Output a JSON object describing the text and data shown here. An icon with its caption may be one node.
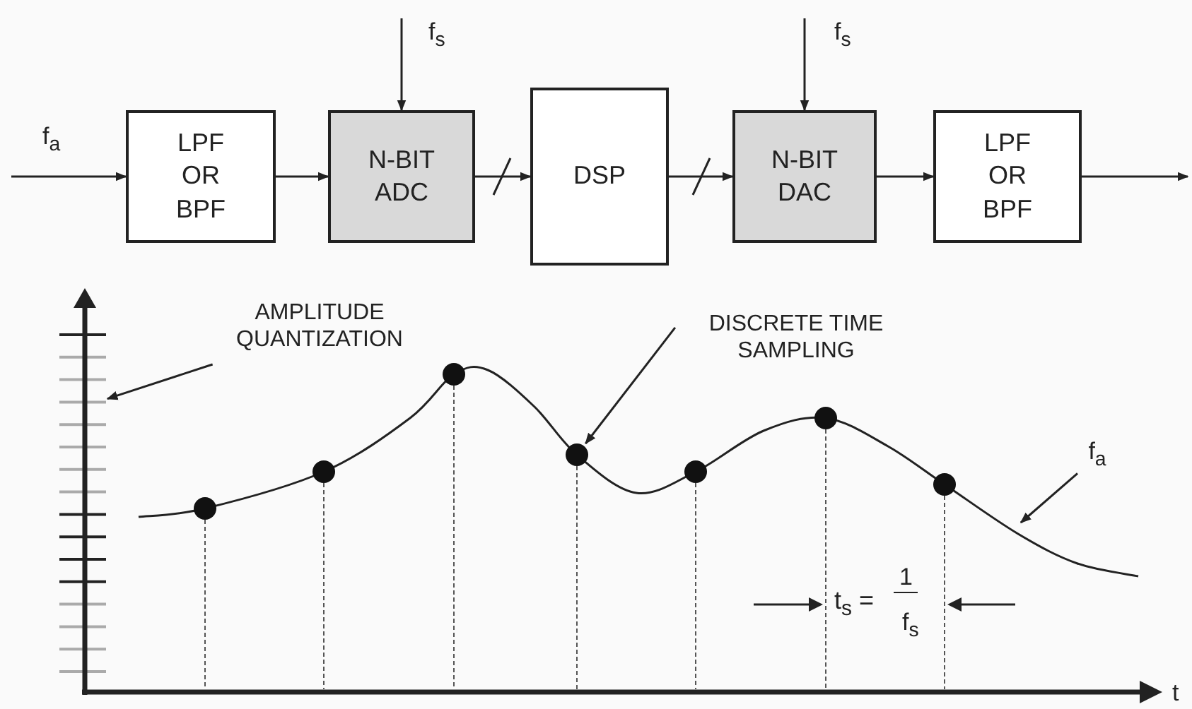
{
  "diagram": {
    "nodes": [
      {
        "text": [
          "LPF OR BPF"
        ]
      },
      {
        "text": [
          "N-BIT ADC"
        ]
      },
      {
        "text": [
          "DSP"
        ]
      },
      {
        "text": [
          "N-BIT DAC"
        ]
      },
      {
        "text": [
          "LPF OR BPF"
        ]
      },
      {
        "text": [
          "AMPLITUDE QUANTIZATION"
        ]
      },
      {
        "text": [
          "DISCRETE TIME SAMPLING"
        ]
      },
      {
        "text": [
          "f$_{a}$"
        ]
      },
      {
        "text": [],
        "shape": "bar"
      },
      {
        "text": [],
        "shape": "circle"
      },
      {
        "text": [],
        "shape": "circle"
      },
      {
        "text": [],
        "shape": "circle"
      },
      {
        "text": [],
        "shape": "circle"
      },
      {
        "text": [],
        "shape": "circle"
      },
      {
        "text": [],
        "shape": "circle"
      },
      {
        "text": [],
        "shape": "circle"
      }
    ],
    "edges": [
      {
        "from": null,
        "to": 0,
        "arrow": "to"
      },
      {
        "from": 0,
        "to": 1,
        "arrow": "to"
      },
      {
        "from": 1,
        "to": 2,
        "arrow": "to"
      },
      {
        "from": 2,
        "to": 3,
        "arrow": "to"
      },
      {
        "from": 3,
        "to": 4,
        "arrow": "to"
      },
      {
        "from": 4,
        "to": null,
        "arrow": "to"
      },
      {
        "from": null,
        "to": 1,
        "arrow": "to"
      },
      {
        "from": null,
        "to": 3,
        "arrow": "to"
      },
      {
        "from": 5,
        "to": 8,
        "arrow": "to"
      },
      {
        "from": 6,
        "to": 12,
        "arrow": "to"
      },
      {
        "from": 7,
        "to": null,
        "arrow": "to"
      }
    ],
    "labels": [
      "f$_{s}$",
      "f$_{s}$",
      "f$_{a}$",
      "t$_{s}$ =",
      "1",
      "f$_{s}$",
      "t"
    ]
  }
}
